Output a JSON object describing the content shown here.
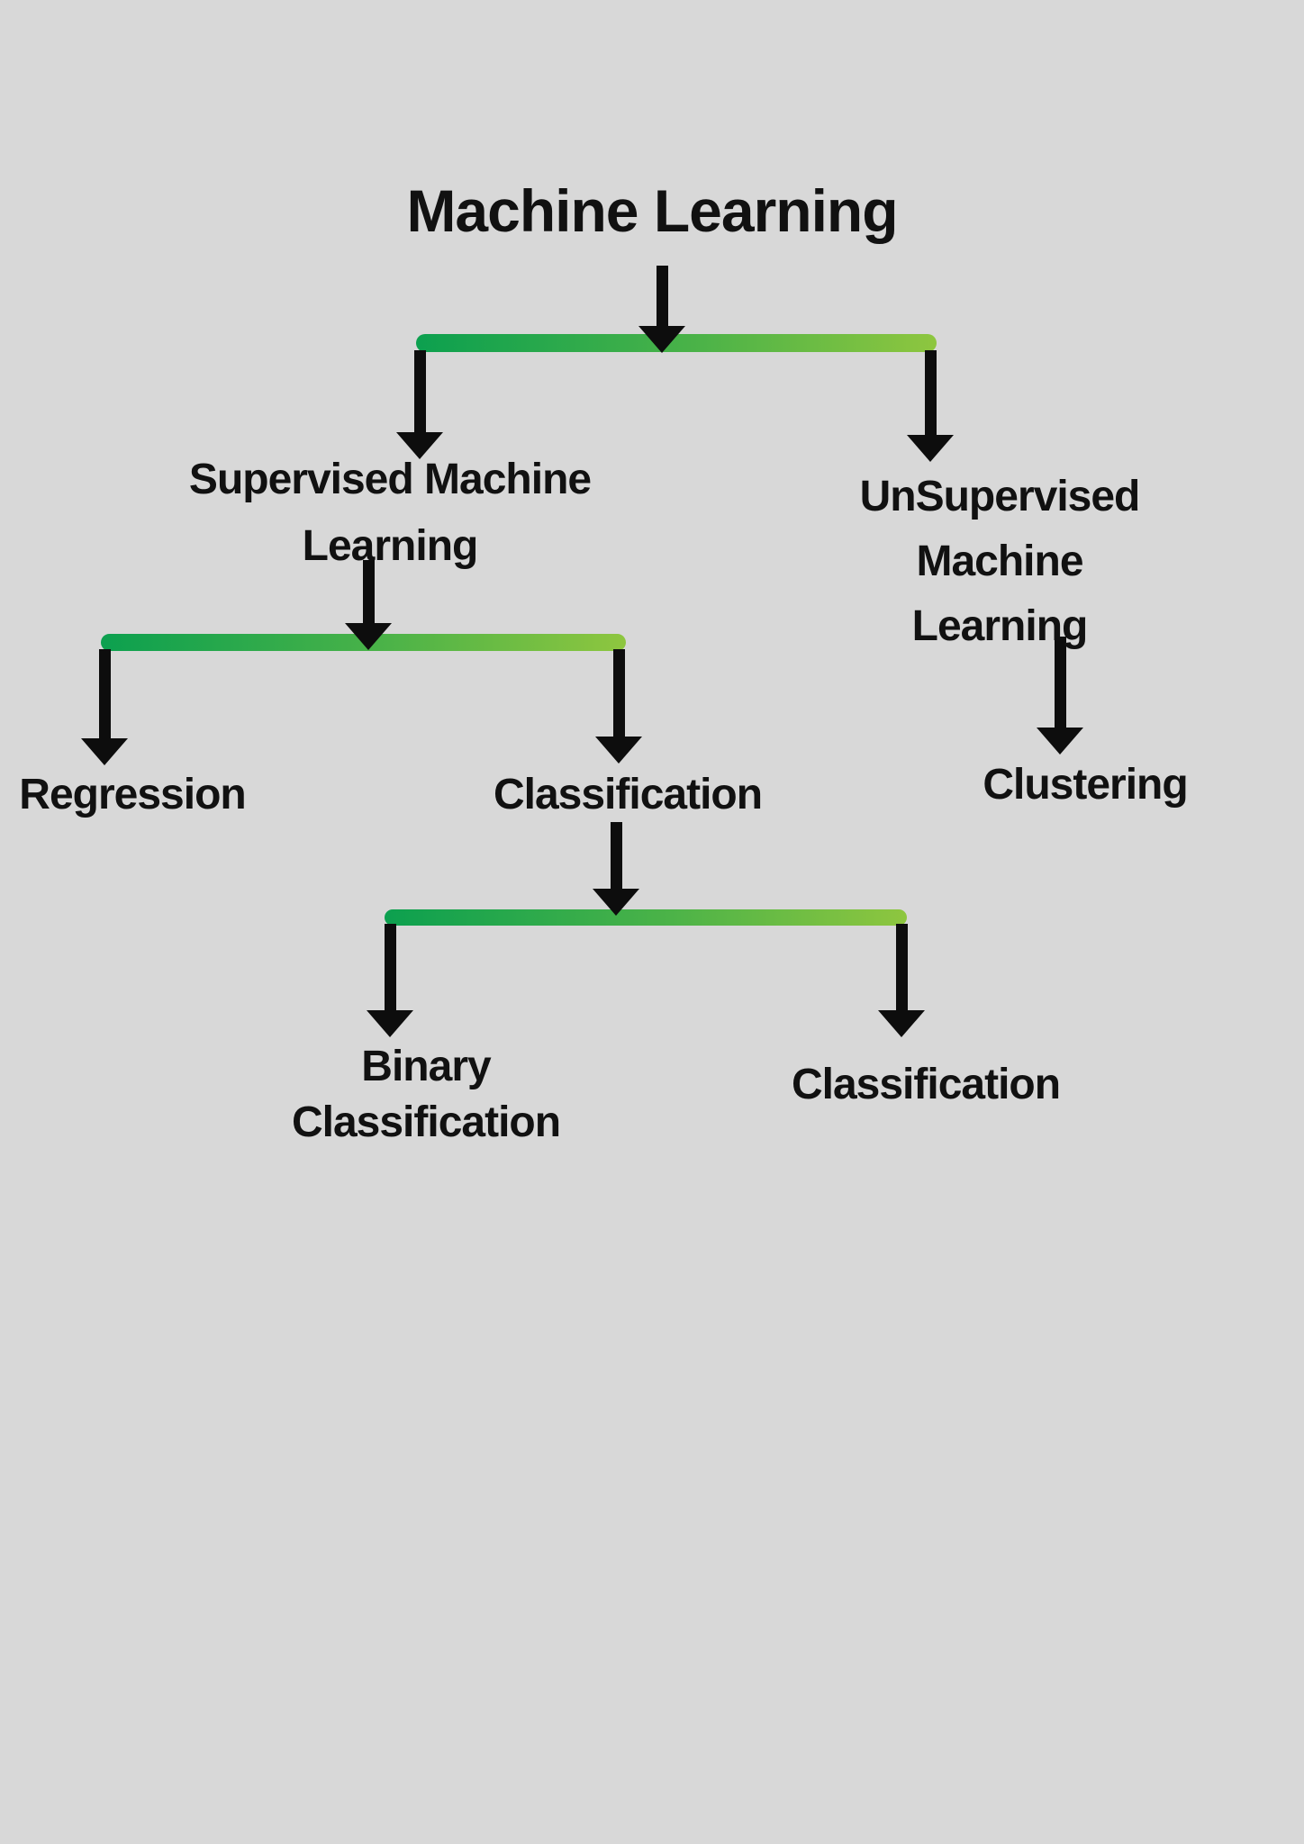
{
  "colors": {
    "background": "#d8d8d8",
    "bar-start": "#0ca04f",
    "bar-mid": "#4cb348",
    "bar-end": "#8ec63f",
    "arrow": "#0d0d0d",
    "text": "#111111"
  },
  "diagram": {
    "title": "Machine Learning",
    "nodes": {
      "supervised": "Supervised Machine\nLearning",
      "unsupervised": "UnSupervised Machine\nLearning",
      "regression": "Regression",
      "classification": "Classification",
      "clustering": "Clustering",
      "binary_classification": "Binary\nClassification",
      "classification2": "Classification"
    },
    "hierarchy": [
      {
        "parent": "Machine Learning",
        "children": [
          "Supervised Machine Learning",
          "UnSupervised Machine Learning"
        ]
      },
      {
        "parent": "Supervised Machine Learning",
        "children": [
          "Regression",
          "Classification"
        ]
      },
      {
        "parent": "UnSupervised Machine Learning",
        "children": [
          "Clustering"
        ]
      },
      {
        "parent": "Classification",
        "children": [
          "Binary Classification",
          "Classification"
        ]
      }
    ]
  }
}
